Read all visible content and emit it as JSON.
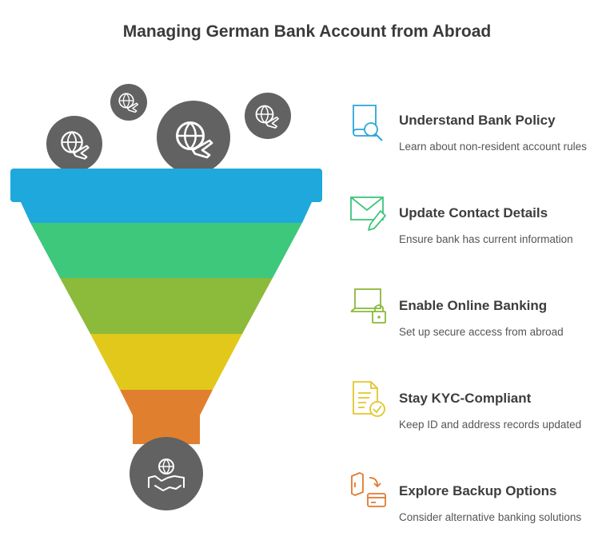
{
  "header": {
    "title": "Managing German Bank Account from Abroad"
  },
  "steps": [
    {
      "title": "Understand Bank Policy",
      "description": "Learn about non-resident account rules",
      "icon": "book-search-icon",
      "color": "#29a8d9"
    },
    {
      "title": "Update Contact Details",
      "description": "Ensure bank has current information",
      "icon": "envelope-pencil-icon",
      "color": "#3cc47c"
    },
    {
      "title": "Enable Online Banking",
      "description": "Set up secure access from abroad",
      "icon": "laptop-lock-icon",
      "color": "#8ab83a"
    },
    {
      "title": "Stay KYC-Compliant",
      "description": "Keep ID and address records updated",
      "icon": "document-check-icon",
      "color": "#e2c62a"
    },
    {
      "title": "Explore Backup Options",
      "description": "Consider alternative banking solutions",
      "icon": "card-transfer-icon",
      "color": "#e07a30"
    }
  ],
  "funnel": {
    "colors": [
      "#1ea8dc",
      "#3ec87c",
      "#8cba3a",
      "#e2c81a",
      "#e0802e"
    ],
    "input_icons": [
      "globe-plane-icon",
      "globe-plane-icon",
      "globe-plane-icon",
      "globe-plane-icon"
    ],
    "output_icon": "globe-handshake-icon",
    "circle_color": "#626262"
  }
}
